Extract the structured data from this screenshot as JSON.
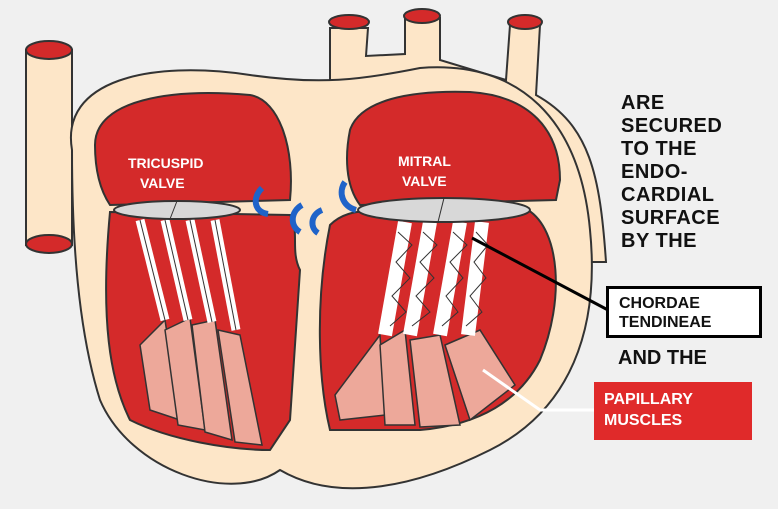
{
  "labels": {
    "tricuspid_line1": "TRICUSPID",
    "tricuspid_line2": "VALVE",
    "mitral_line1": "MITRAL",
    "mitral_line2": "VALVE"
  },
  "side_text": {
    "lines": [
      "ARE",
      "SECURED",
      "TO  THE",
      "ENDO-",
      "CARDIAL",
      "SURFACE",
      "BY THE"
    ]
  },
  "chordae_label": {
    "line1": "CHORDAE",
    "line2": "TENDINEAE"
  },
  "and_the": "AND THE",
  "papillary_label": {
    "line1": "PAPILLARY",
    "line2": "MUSCLES"
  },
  "colors": {
    "background": "#f0f0f0",
    "vessel_beige": "#fde6c8",
    "chamber_red": "#d42a2a",
    "muscle_pink": "#eda89a",
    "valve_grey": "#d8d8d8",
    "valve_blue": "#1f63c9",
    "chordae_white": "#ffffff",
    "outline": "#333333"
  }
}
